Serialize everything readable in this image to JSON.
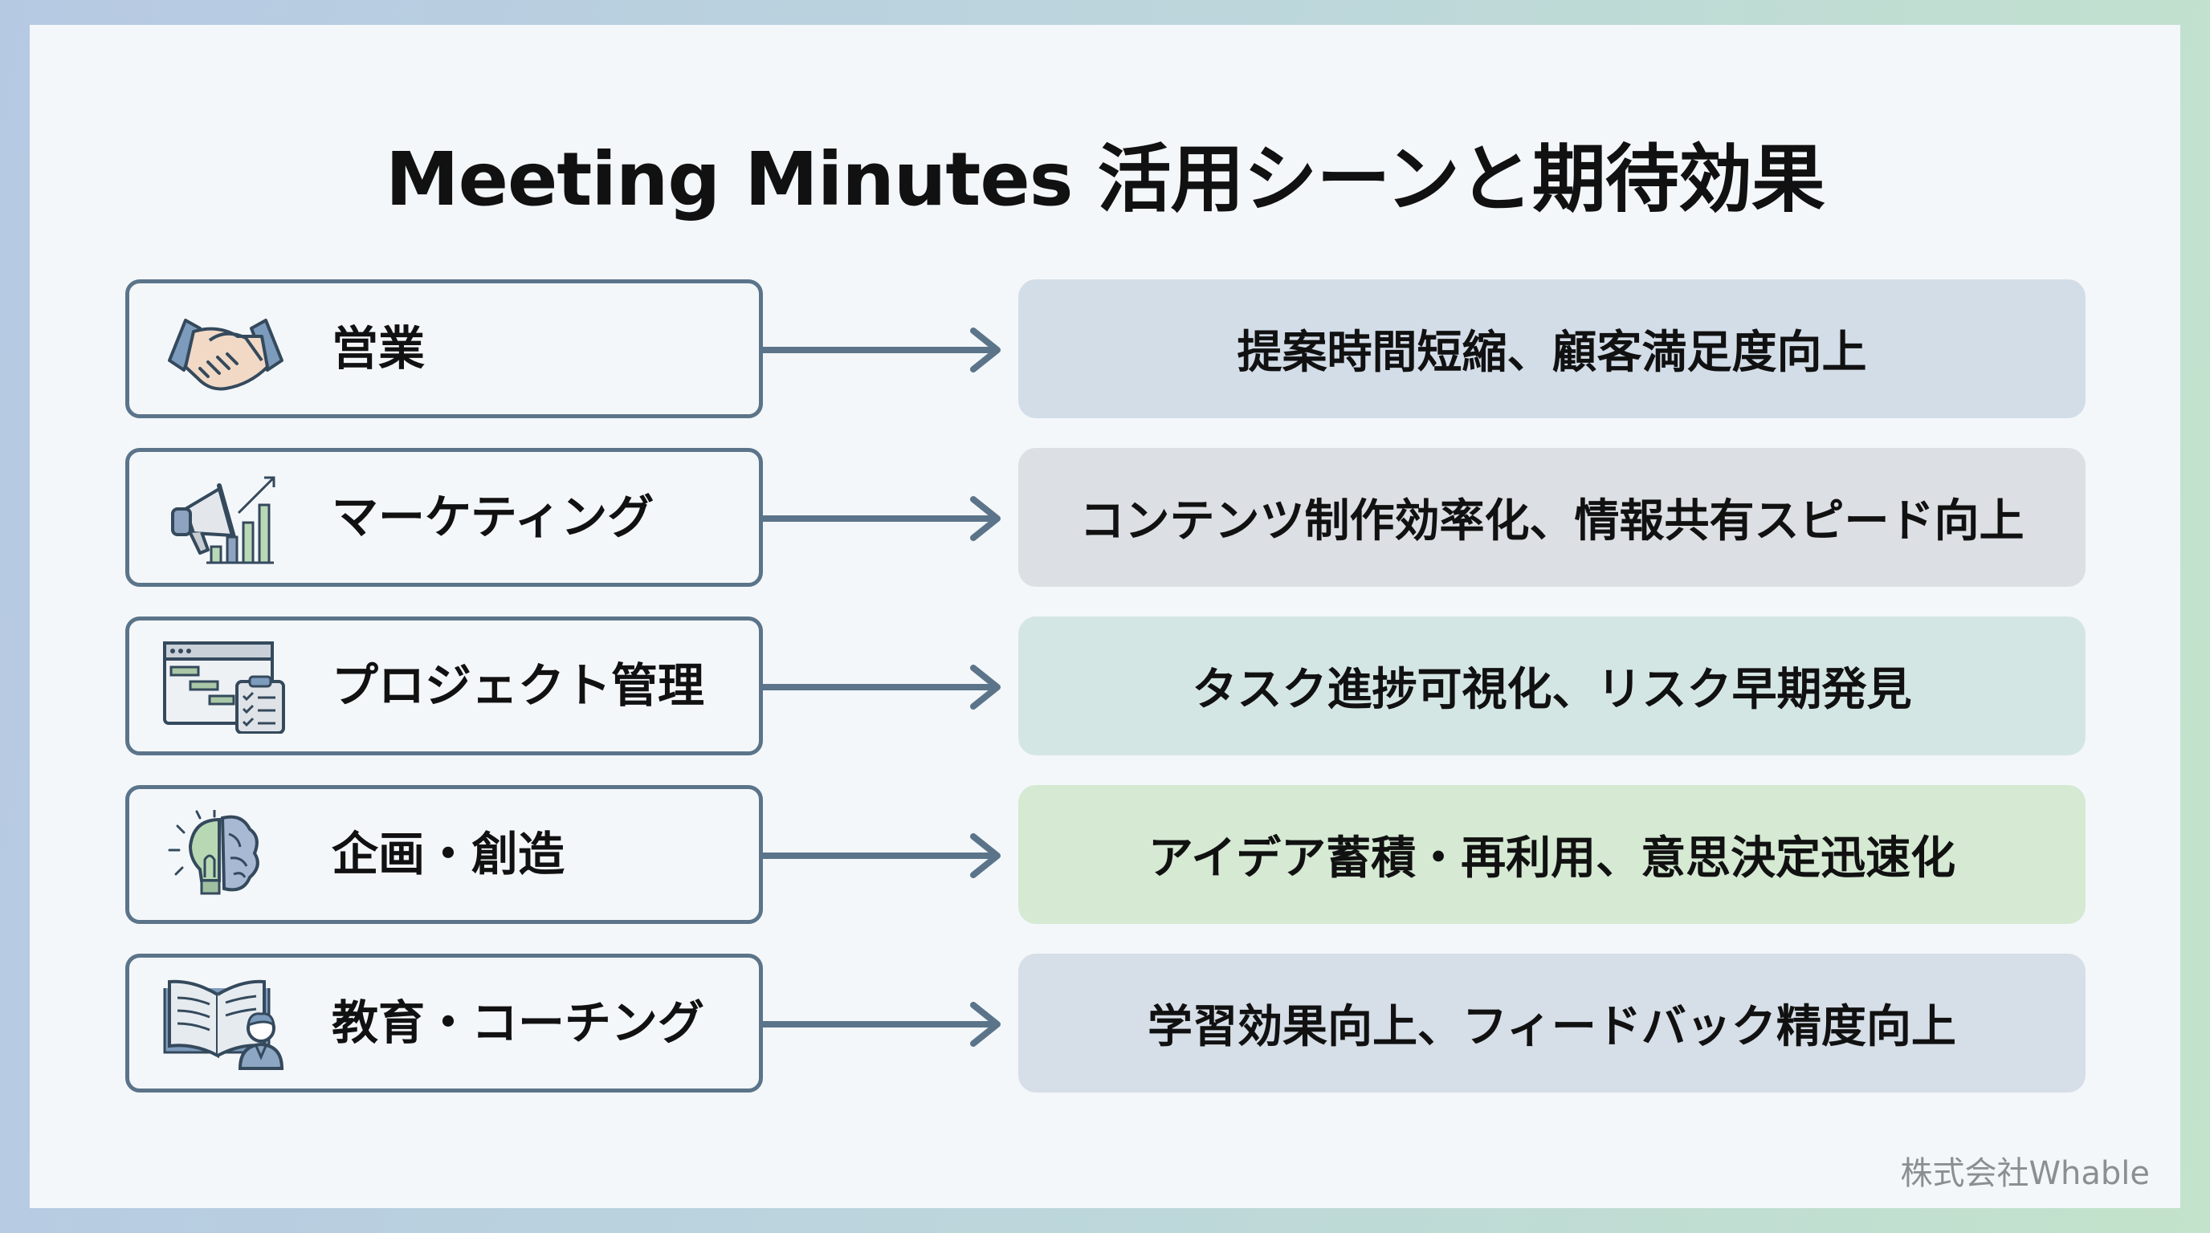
{
  "title": "Meeting Minutes 活用シーンと期待効果",
  "rows": [
    {
      "scene": "営業",
      "icon": "handshake-icon",
      "effect": "提案時間短縮、顧客満足度向上",
      "effect_bg": "#d3dde8"
    },
    {
      "scene": "マーケティング",
      "icon": "megaphone-chart-icon",
      "effect": "コンテンツ制作効率化、情報共有スピード向上",
      "effect_bg": "#dcdfe3"
    },
    {
      "scene": "プロジェクト管理",
      "icon": "gantt-checklist-icon",
      "effect": "タスク進捗可視化、リスク早期発見",
      "effect_bg": "#d4e6e4"
    },
    {
      "scene": "企画・創造",
      "icon": "lightbulb-brain-icon",
      "effect": "アイデア蓄積・再利用、意思決定迅速化",
      "effect_bg": "#d5e9d3"
    },
    {
      "scene": "教育・コーチング",
      "icon": "book-teacher-icon",
      "effect": "学習効果向上、フィードバック精度向上",
      "effect_bg": "#d6dee7"
    }
  ],
  "colors": {
    "border": "#5b7489",
    "arrow": "#5b7489",
    "card_bg": "#f3f7fa"
  },
  "footer": "株式会社Whable"
}
